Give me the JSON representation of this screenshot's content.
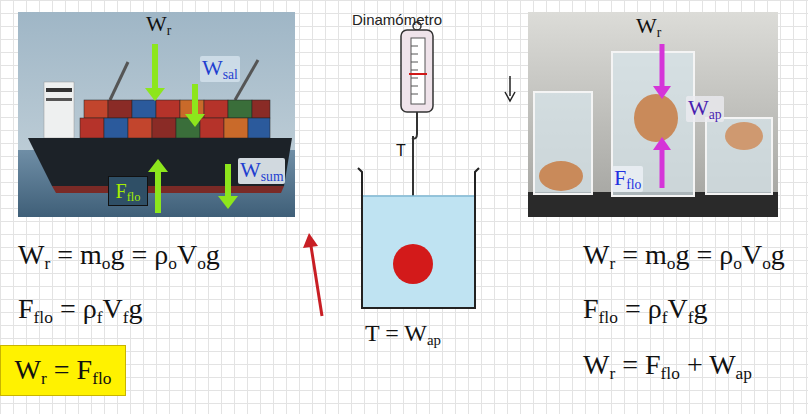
{
  "diagram": {
    "nodes": [
      {
        "text": [
          "Fflo"
        ]
      },
      {
        "text": [
          "Wr = Fflo"
        ]
      }
    ],
    "labels": [
      "Wr",
      "Wsal",
      "Wsum",
      "Wr = mog = ρoVog",
      "Fflo = ρfVfg",
      "Dinamómetro",
      "T",
      "T = Wap",
      "Wr",
      "Wap",
      "Fflo",
      "Wr = mog = ρoVog",
      "Fflo = ρfVfg",
      "Wr = Fflo + Wap"
    ]
  }
}
